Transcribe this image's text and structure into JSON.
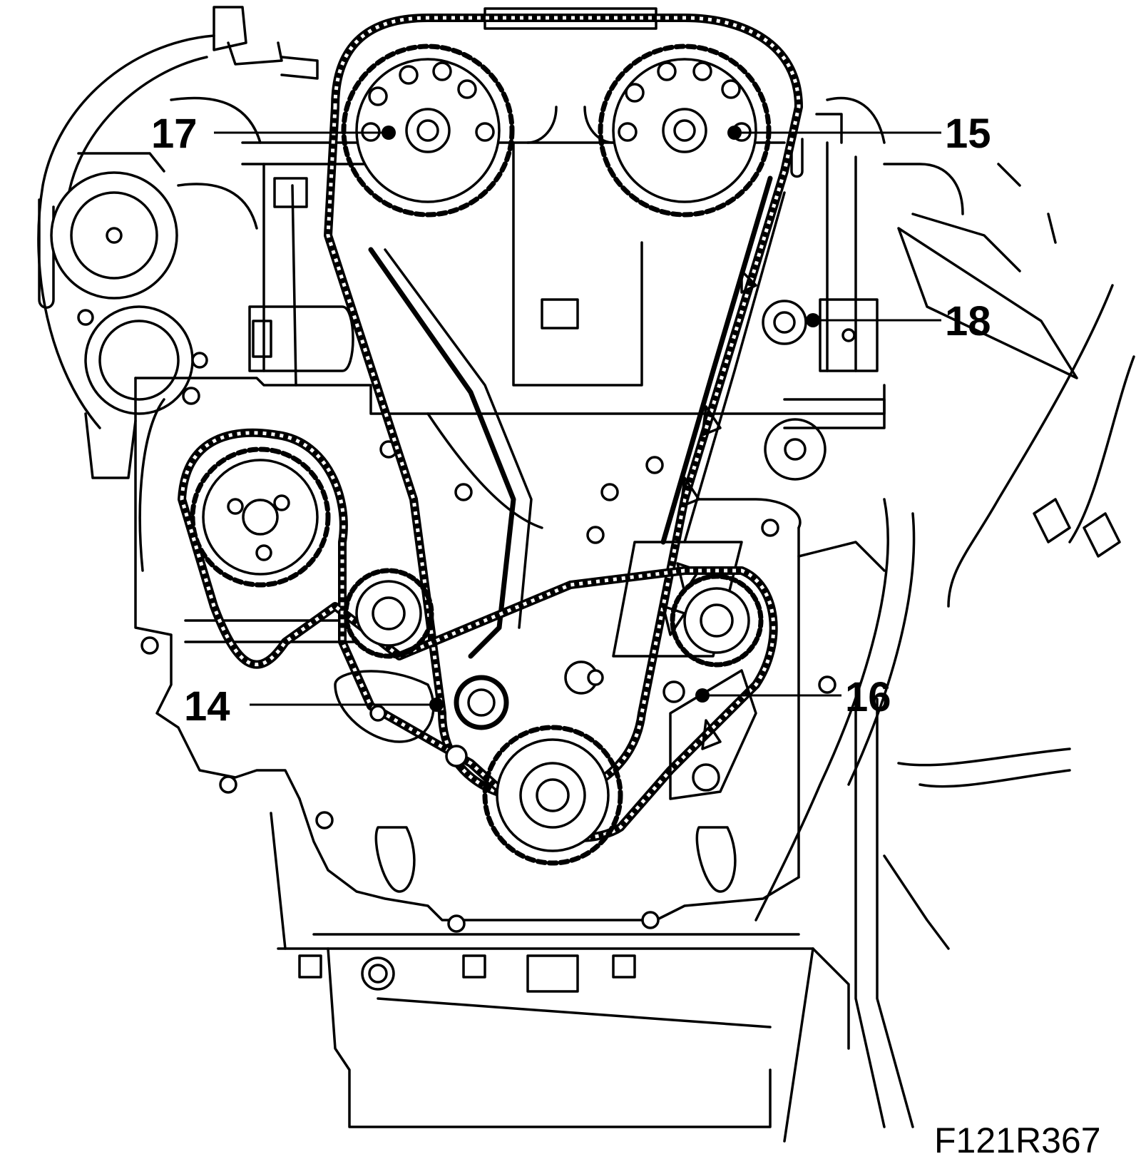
{
  "callouts": {
    "c14": "14",
    "c15": "15",
    "c16": "16",
    "c17": "17",
    "c18": "18"
  },
  "figure_code": "F121R367"
}
